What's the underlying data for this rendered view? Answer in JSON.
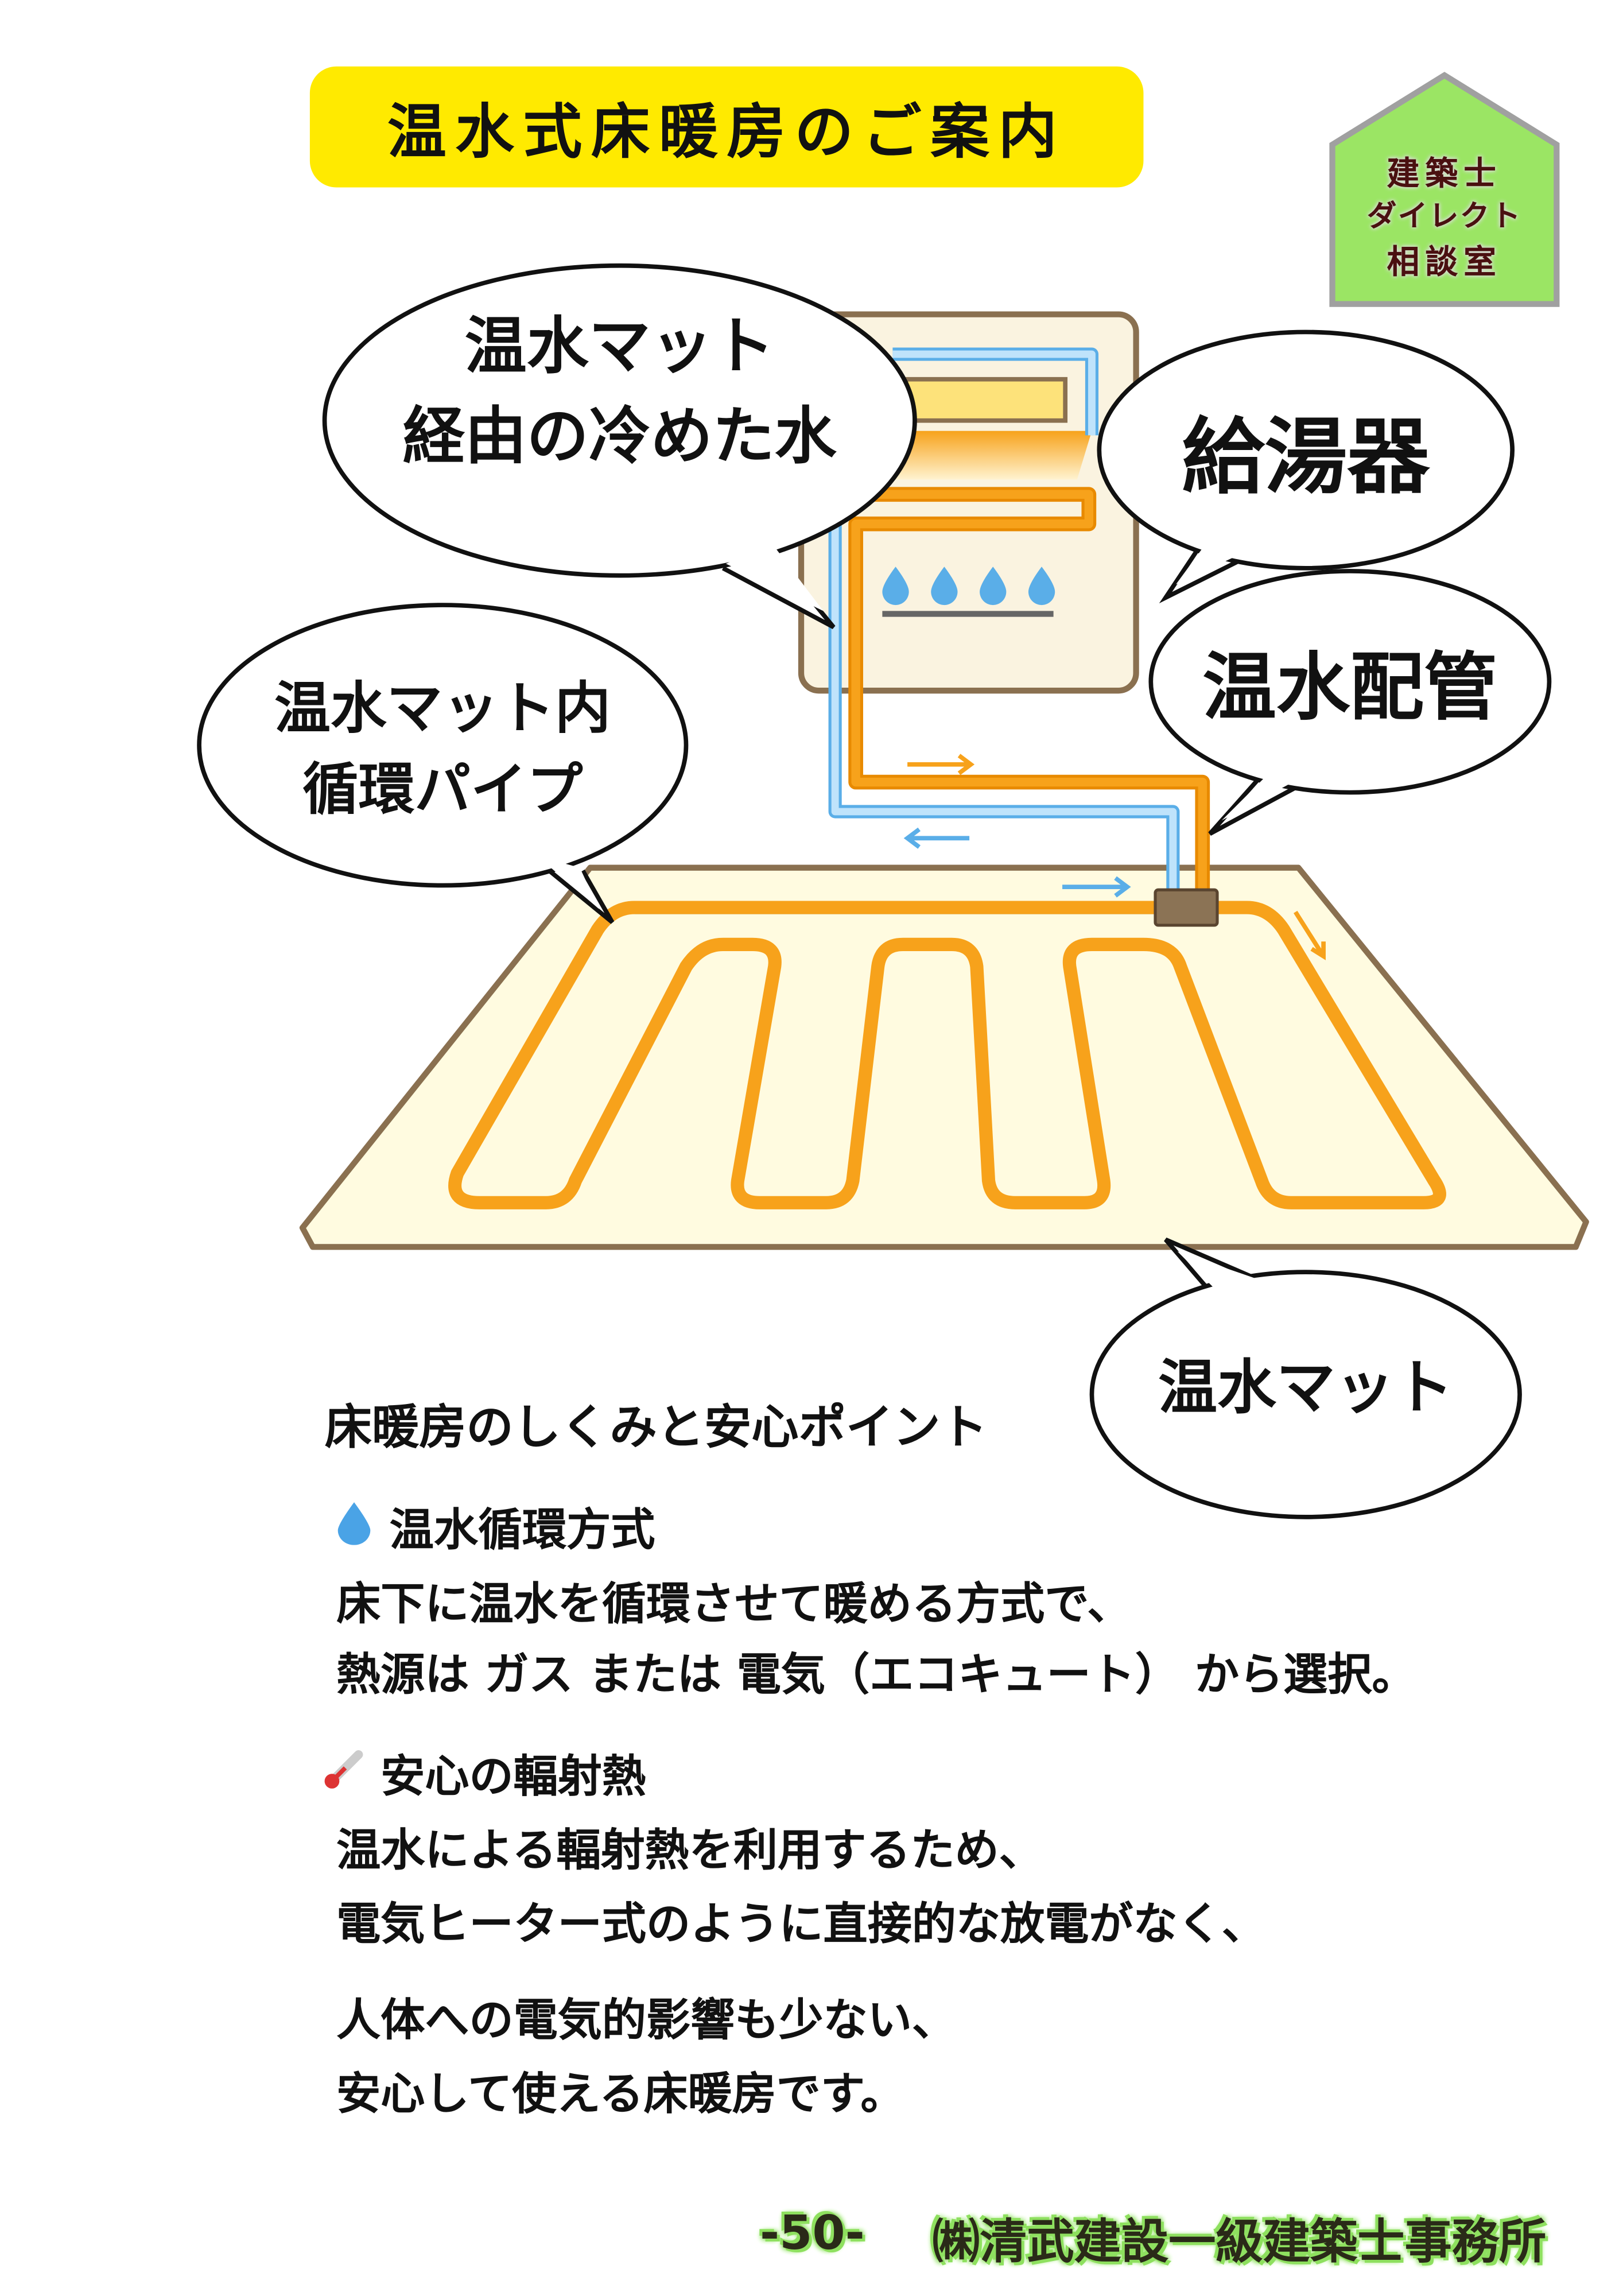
{
  "title": "温水式床暖房のご案内",
  "logo": {
    "lines": [
      "建築士",
      "ダイレクト",
      "相談室"
    ]
  },
  "diagram": {
    "bubbles": {
      "cooled_water": [
        "温水マット",
        "経由の冷めた水"
      ],
      "water_heater": "給湯器",
      "hot_water_pipe": "温水配管",
      "mat_pipe": [
        "温水マット内",
        "循環パイプ"
      ],
      "mat": "温水マット"
    },
    "colors": {
      "hot": "#f7a21b",
      "cold": "#9fd3f5",
      "mat": "#fffbe0",
      "frame": "#8a7050"
    }
  },
  "content": {
    "heading": "床暖房のしくみと安心ポイント",
    "sections": [
      {
        "icon": "droplet-icon",
        "title": "温水循環方式",
        "lines": [
          "床下に温水を循環させて暖める方式で、",
          "熱源は ガス または 電気（エコキュート） から選択。"
        ]
      },
      {
        "icon": "thermometer-icon",
        "title": "安心の輻射熱",
        "lines": [
          "温水による輻射熱を利用するため、",
          "電気ヒーター式のように直接的な放電がなく、",
          "人体への電気的影響も少ない、",
          "安心して使える床暖房です。"
        ]
      }
    ]
  },
  "footer": {
    "page": "-50-",
    "company": "㈱清武建設一級建築士事務所"
  }
}
